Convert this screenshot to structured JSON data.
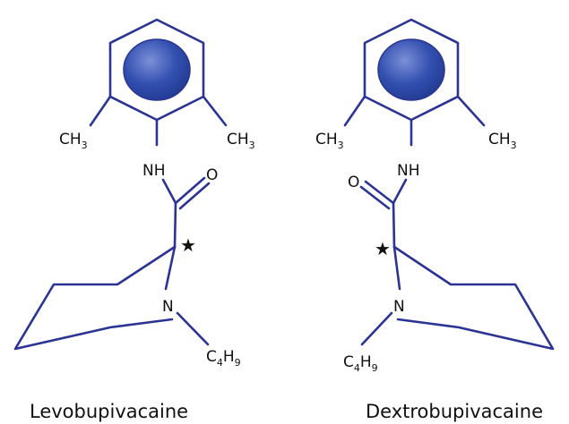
{
  "colors": {
    "bond": "#2b3494",
    "aromatic_fill": "#3350b0",
    "aromatic_highlight": "#7b90d8",
    "text": "#111111"
  },
  "left": {
    "ch3_left": "CH",
    "ch3_left_sub": "3",
    "ch3_right": "CH",
    "ch3_right_sub": "3",
    "nh": "NH",
    "o": "O",
    "stereo": "★",
    "n": "N",
    "c": "C",
    "c_sub": "4",
    "h": "H",
    "h_sub": "9",
    "name": "Levobupivacaine"
  },
  "right": {
    "ch3_left": "CH",
    "ch3_left_sub": "3",
    "ch3_right": "CH",
    "ch3_right_sub": "3",
    "nh": "NH",
    "o": "O",
    "stereo": "★",
    "n": "N",
    "c": "C",
    "c_sub": "4",
    "h": "H",
    "h_sub": "9",
    "name": "Dextrobupivacaine"
  }
}
